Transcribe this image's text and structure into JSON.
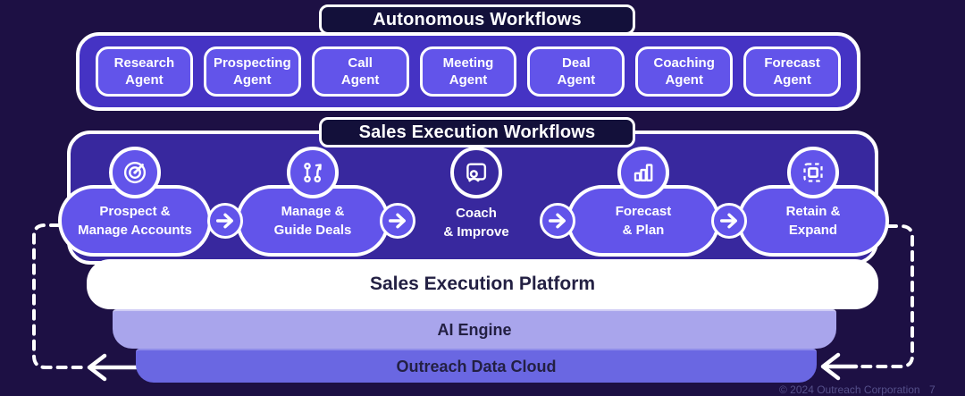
{
  "colors": {
    "background": "#1d1044",
    "autonomous_container": "#4533c4",
    "workflows_container": "#38289e",
    "box_fill": "#6254ea",
    "badge_fill": "#13103a",
    "platform_bar": "#ffffff",
    "ai_bar": "#a9a5ec",
    "cloud_bar": "#6a67e2",
    "dark_text": "#232043",
    "line_white": "#ffffff"
  },
  "autonomous": {
    "title": "Autonomous Workflows",
    "agents": [
      {
        "line1": "Research",
        "line2": "Agent"
      },
      {
        "line1": "Prospecting",
        "line2": "Agent"
      },
      {
        "line1": "Call",
        "line2": "Agent"
      },
      {
        "line1": "Meeting",
        "line2": "Agent"
      },
      {
        "line1": "Deal",
        "line2": "Agent"
      },
      {
        "line1": "Coaching",
        "line2": "Agent"
      },
      {
        "line1": "Forecast",
        "line2": "Agent"
      }
    ]
  },
  "workflows": {
    "title": "Sales Execution Workflows",
    "stages": [
      {
        "line1": "Prospect &",
        "line2": "Manage Accounts",
        "icon": "target-gauge-icon"
      },
      {
        "line1": "Manage &",
        "line2": "Guide Deals",
        "icon": "branch-flow-icon"
      },
      {
        "line1": "Coach",
        "line2": "& Improve",
        "icon": "coaching-screen-icon"
      },
      {
        "line1": "Forecast",
        "line2": "& Plan",
        "icon": "bar-chart-icon"
      },
      {
        "line1": "Retain &",
        "line2": "Expand",
        "icon": "expand-selection-icon"
      }
    ],
    "connector_icon": "arrow-right-icon"
  },
  "platform": {
    "label": "Sales Execution Platform"
  },
  "ai_engine": {
    "label": "AI Engine"
  },
  "data_cloud": {
    "label": "Outreach Data Cloud"
  },
  "footer": {
    "copyright": "© 2024 Outreach Corporation",
    "page_number": "7"
  }
}
